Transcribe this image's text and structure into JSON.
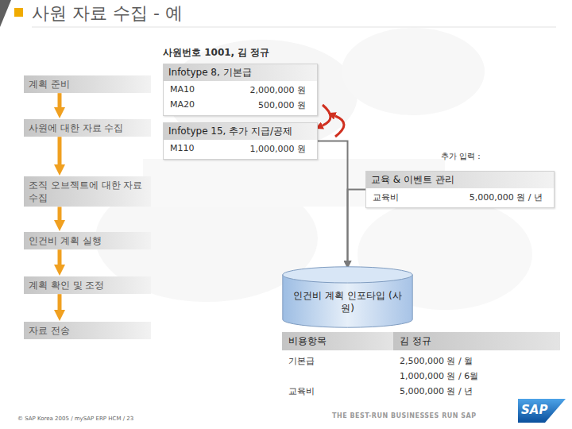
{
  "diagram": {
    "title": "사원 자료 수집 - 예",
    "nodes": [
      {
        "text": [
          "계획 준비"
        ]
      },
      {
        "text": [
          "사원에 대한 자료 수집"
        ]
      },
      {
        "text": [
          "조직 오브젝트에 대한 자료 수집"
        ]
      },
      {
        "text": [
          "인건비 계획 실행"
        ]
      },
      {
        "text": [
          "계획 확인 및 조정"
        ]
      },
      {
        "text": [
          "자료 전송"
        ]
      },
      {
        "text": [
          "Infotype 8, 기본급",
          "MA10",
          "2,000,000 원",
          "MA20",
          "500,000 원"
        ]
      },
      {
        "text": [
          "Infotype 15, 추가 지급/공제",
          "M110",
          "1,000,000 원"
        ]
      },
      {
        "text": [
          "교육 & 이벤트 관리",
          "교육비",
          "5,000,000 원 / 년"
        ]
      },
      {
        "text": [
          "인건비 계획 인포타입 (사원)"
        ]
      },
      {
        "text": [
          "비용항목",
          "김 정규",
          "기본급",
          "2,500,000 원 / 월",
          "1,000,000 원 / 6월",
          "교육비",
          "5,000,000 원 / 년"
        ]
      }
    ],
    "edges": [
      {
        "from": 0,
        "to": 1,
        "arrow": "to"
      },
      {
        "from": 1,
        "to": 2,
        "arrow": "to"
      },
      {
        "from": 2,
        "to": 3,
        "arrow": "to"
      },
      {
        "from": 3,
        "to": 4,
        "arrow": "to"
      },
      {
        "from": 4,
        "to": 5,
        "arrow": "to"
      },
      {
        "from": 6,
        "to": 7,
        "arrow": "to"
      },
      {
        "from": 7,
        "to": 6,
        "arrow": "to"
      },
      {
        "from": 7,
        "to": 9,
        "arrow": "to"
      },
      {
        "from": 8,
        "to": 9,
        "arrow": "to"
      }
    ],
    "labels": [
      "사원번호 1001, 김 정규",
      "추가 입력 :",
      "© SAP Korea 2005 / mySAP ERP HCM / 23",
      "THE BEST-RUN BUSINESSES RUN SAP",
      "SAP"
    ]
  }
}
